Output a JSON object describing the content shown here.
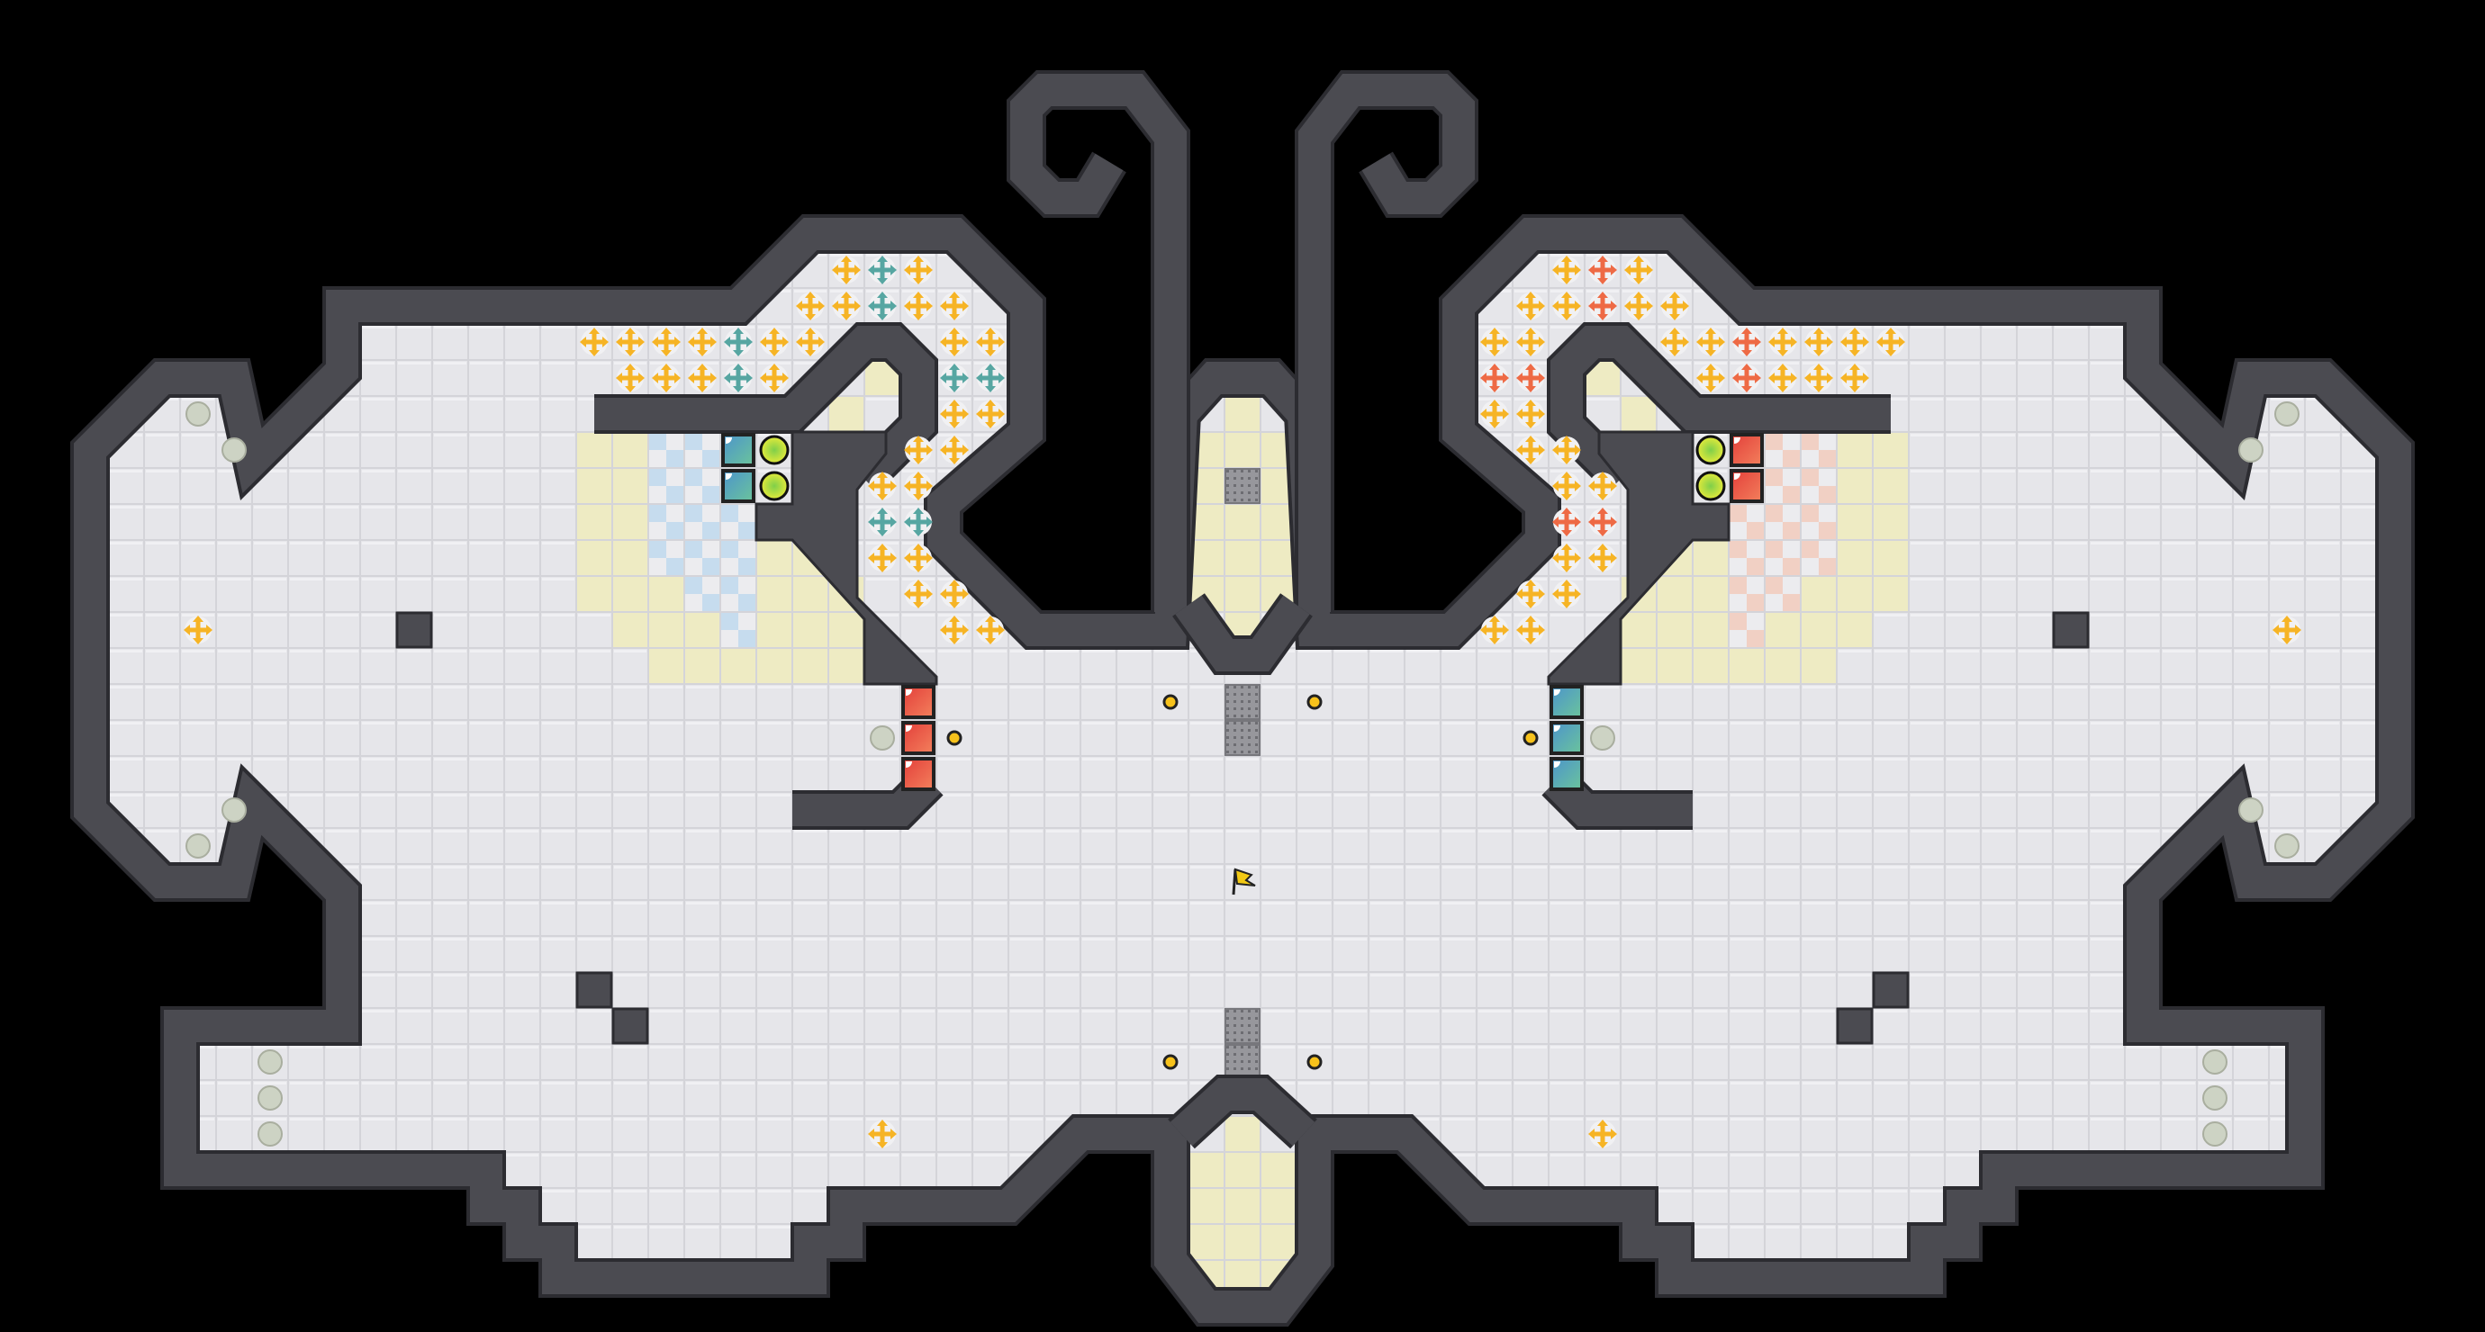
{
  "game": {
    "view": "level-map",
    "palette": {
      "background": "#000000",
      "floor": "#e6e6ea",
      "floor_edge": "#d2d2d7",
      "wall": "#4b4b51",
      "wall_edge": "#2c2c31",
      "goal_zone": "#eeebc3",
      "blue_checker": "#c6dcee",
      "red_checker": "#f1d0c4",
      "arrow_yellow": "#f6b425",
      "arrow_teal": "#57a6a2",
      "arrow_red": "#ee6a45",
      "orb_grey": "#cdd3c4",
      "dot_yellow": "#f7c21b",
      "grate": "#8d8d92",
      "flag": "#f2c914"
    },
    "pieces": {
      "blue_block": {
        "color_a": "#4c94cc",
        "color_b": "#6bc49b"
      },
      "red_block": {
        "color_a": "#e33f3a",
        "color_b": "#f3805c"
      },
      "green_orb": {
        "color_a": "#7fcf4a",
        "color_b": "#e4ea3a"
      }
    },
    "icons": [
      "move-arrow-icon",
      "orb-icon",
      "dot-icon",
      "flag-icon",
      "grate-tile",
      "block-piece"
    ]
  }
}
